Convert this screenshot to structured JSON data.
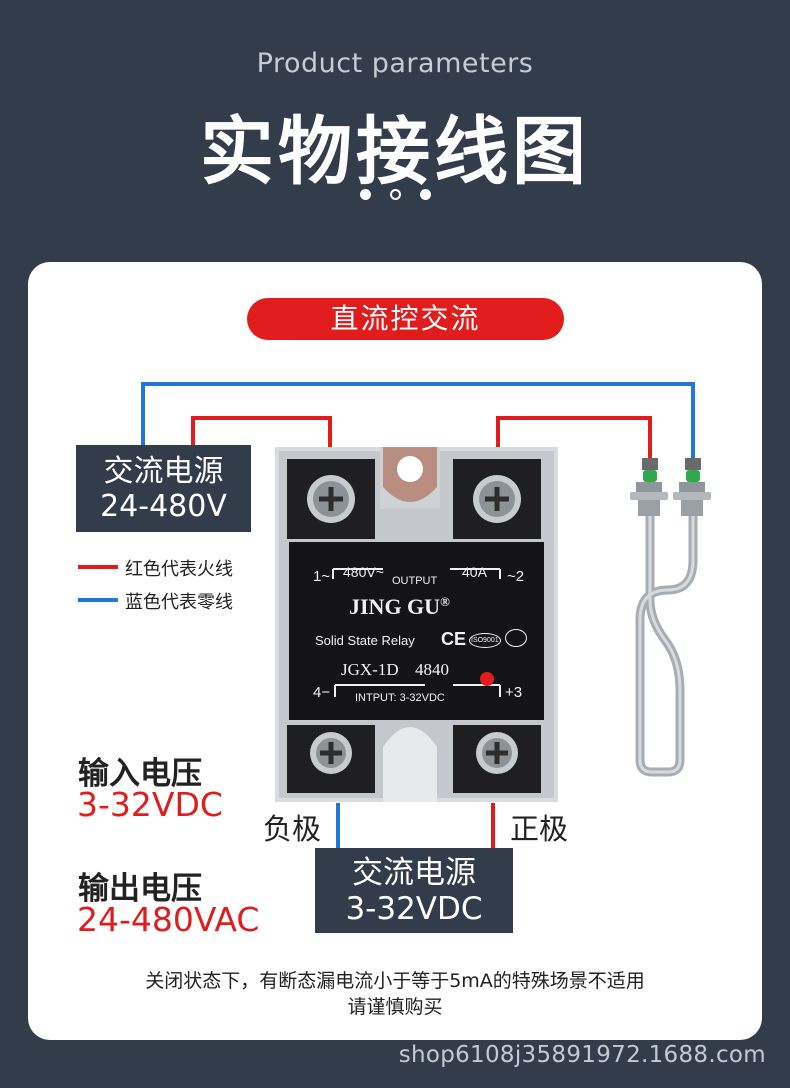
{
  "header": {
    "subtitle": "Product parameters",
    "title": "实物接线图"
  },
  "banner": {
    "label": "直流控交流"
  },
  "ac_source": {
    "line1": "交流电源",
    "line2": "24-480V"
  },
  "legend": [
    {
      "label": "红色代表火线",
      "color": "#e01c1c"
    },
    {
      "label": "蓝色代表零线",
      "color": "#1f78d8"
    }
  ],
  "relay": {
    "top_left_terminal": "1~",
    "top_right_terminal": "~2",
    "voltage_rating": "480V~",
    "output_label": "OUTPUT",
    "current_rating": "40A",
    "brand": "JING GU",
    "brand_mark": "®",
    "type_text": "Solid State Relay",
    "cert_ce": "CE",
    "cert_iso": "ISO9001",
    "model": "JGX-1D",
    "model_number": "4840",
    "bottom_left_terminal": "4−",
    "bottom_right_terminal": "+3",
    "input_label": "INTPUT: 3-32VDC"
  },
  "specs": {
    "input": {
      "label": "输入电压",
      "value": "3-32VDC"
    },
    "output": {
      "label": "输出电压",
      "value": "24-480VAC"
    }
  },
  "poles": {
    "negative": "负极",
    "positive": "正极"
  },
  "dc_source": {
    "line1": "交流电源",
    "line2": "3-32VDC"
  },
  "note": {
    "line1": "关闭状态下，有断态漏电流小于等于5mA的特殊场景不适用",
    "line2": "请谨慎购买"
  },
  "watermark": "shop6108j35891972.1688.com",
  "colors": {
    "background": "#333c4b",
    "red": "#e01c1c",
    "blue": "#1f78d8",
    "card": "#ffffff"
  }
}
